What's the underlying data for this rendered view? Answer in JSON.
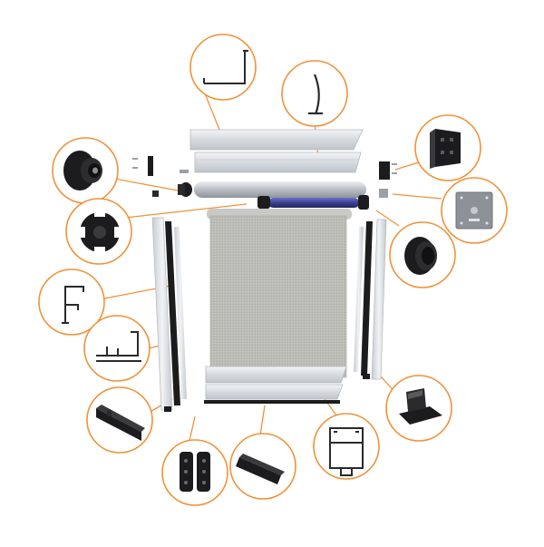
{
  "diagram": {
    "accent_color": "#f0923a",
    "profile_color": "#d9dde1",
    "dark_color": "#1c1c1e",
    "fabric_color": "#b9b9b4",
    "motor_color": "#3a3f8f",
    "callouts": [
      {
        "id": "top-rail-corner-profile",
        "icon": "corner-profile-icon"
      },
      {
        "id": "cassette-front-profile",
        "icon": "curved-profile-icon"
      },
      {
        "id": "end-plug",
        "icon": "plug-icon"
      },
      {
        "id": "motor-adapter",
        "icon": "adapter-icon"
      },
      {
        "id": "mounting-bracket",
        "icon": "bracket-icon"
      },
      {
        "id": "wall-plate",
        "icon": "plate-icon"
      },
      {
        "id": "roller-crown",
        "icon": "crown-icon"
      },
      {
        "id": "side-guide-profile",
        "icon": "f-profile-icon"
      },
      {
        "id": "side-channel-profile",
        "icon": "channel-profile-icon"
      },
      {
        "id": "bottom-bar-end-cap",
        "icon": "end-cap-icon"
      },
      {
        "id": "brush-seal",
        "icon": "seal-icon"
      },
      {
        "id": "hinge-clip",
        "icon": "clip-icon"
      },
      {
        "id": "bottom-seal-strip",
        "icon": "strip-icon"
      },
      {
        "id": "bottom-bar-profile",
        "icon": "bottom-profile-icon"
      }
    ]
  }
}
